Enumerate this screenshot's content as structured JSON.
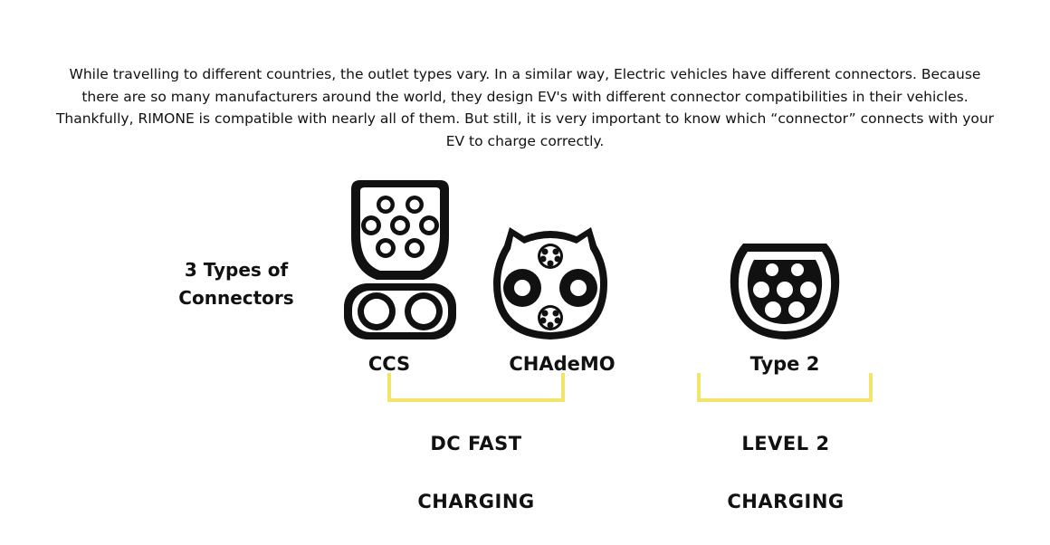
{
  "intro": {
    "line1": "While travelling to different countries, the outlet types vary. In a similar way, Electric vehicles have different connectors. Because",
    "line2": "there are so many manufacturers around the world, they design EV's with different connector compatibilities in their vehicles.",
    "line3": "Thankfully, RIMONE is compatible with nearly all of them. But still, it is very important to know which “connector” connects with your",
    "line4": "EV to charge correctly."
  },
  "heading": {
    "line1": "3 Types of",
    "line2": "Connectors"
  },
  "connectors": [
    {
      "name": "CCS",
      "icon": "ccs-connector-icon"
    },
    {
      "name": "CHAdeMO",
      "icon": "chademo-connector-icon"
    },
    {
      "name": "Type 2",
      "icon": "type2-connector-icon"
    }
  ],
  "groups": {
    "dc": {
      "line1": "DC FAST",
      "line2": "CHARGING"
    },
    "level2": {
      "line1": "LEVEL 2",
      "line2": "CHARGING"
    }
  },
  "colors": {
    "bracket": "#f2e46a",
    "ink": "#111111"
  }
}
